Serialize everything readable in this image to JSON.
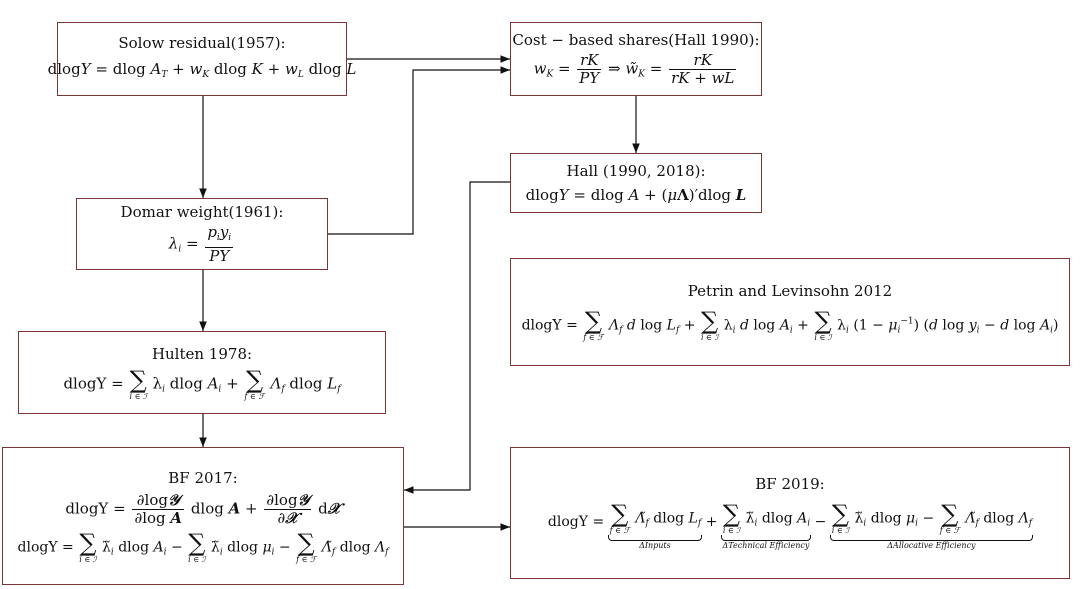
{
  "boxes": {
    "solow": {
      "title": "Solow residual(1957):",
      "eq": "dlogY = dlog A_T + w_K dlog K + w_L dlog L"
    },
    "cost": {
      "title": "Cost − based shares(Hall 1990):",
      "eq_lhs": "w_K = rK/PY",
      "eq_rhs": "w̃_K = rK/(rK + wL)"
    },
    "hall": {
      "title": "Hall (1990, 2018):",
      "eq": "dlogY = dlog A + (μΛ)′dlog L"
    },
    "domar": {
      "title": "Domar weight(1961):",
      "eq": "λ_i = p_i y_i / PY"
    },
    "petrin": {
      "title": "Petrin and Levinsohn 2012",
      "eq": "dlogY = Σ Λ_f dlog L_f + Σ λ_i dlog A_i + Σ λ_i (1 − μ_i^−1)(dlog y_i − dlog A_i)"
    },
    "hulten": {
      "title": "Hulten 1978:",
      "eq": "dlogY = Σ λ_i dlog A_i + Σ Λ_f dlog L_f"
    },
    "bf2017": {
      "title": "BF 2017:",
      "eq1": "dlogY = ∂log𝒴/∂log A dlog A + ∂log𝒴/∂𝒳 d𝒳",
      "eq2": "dlogY = Σ λ̃_i dlog A_i − Σ λ̃_i dlog μ_i − Σ Λ̃_f dlog Λ_f"
    },
    "bf2019": {
      "title": "BF 2019:",
      "eq": "dlogY = Σ Λ̃_f dlog L_f + Σ λ̃_i dlog A_i − Σ λ̃_i dlog μ_i − Σ Λ̃_f dlog Λ_f",
      "brace_labels": [
        "ΔInputs",
        "ΔTechnical Efficiency",
        "ΔAllocative Efficiency"
      ]
    }
  },
  "edges": [
    {
      "from": "solow",
      "to": "cost"
    },
    {
      "from": "solow",
      "to": "domar"
    },
    {
      "from": "domar",
      "to": "cost"
    },
    {
      "from": "cost",
      "to": "hall"
    },
    {
      "from": "domar",
      "to": "hulten"
    },
    {
      "from": "hulten",
      "to": "bf2017"
    },
    {
      "from": "hall",
      "to": "bf2017"
    },
    {
      "from": "bf2017",
      "to": "bf2019"
    }
  ]
}
